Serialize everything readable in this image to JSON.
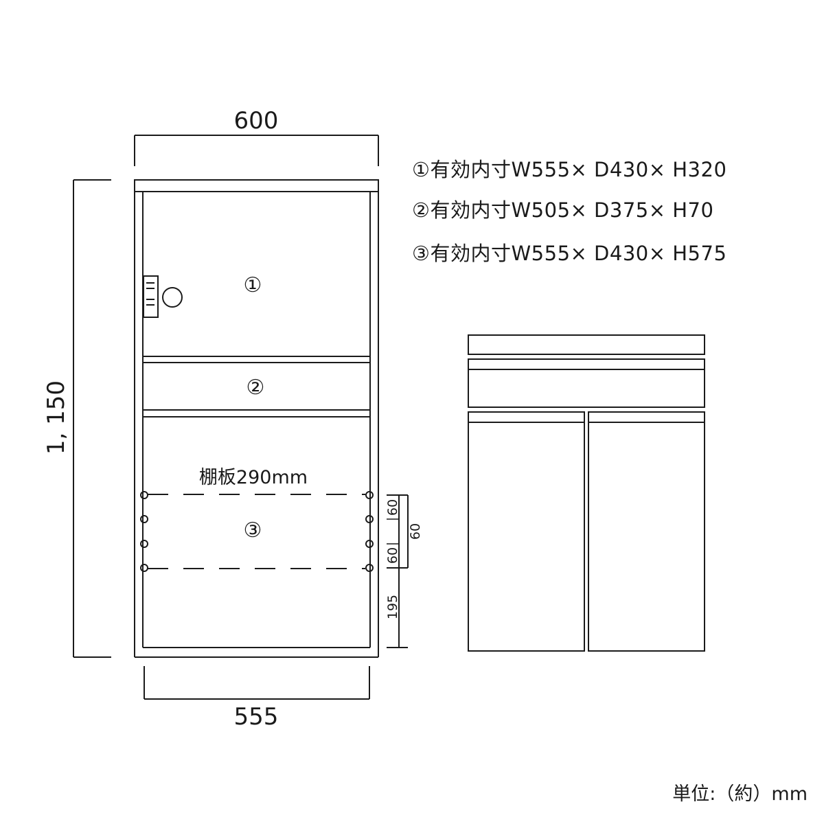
{
  "dimensions": {
    "overall_width": "600",
    "inner_width": "555",
    "overall_height": "1, 150",
    "shelf_spacing_a": "60",
    "shelf_spacing_b": "60",
    "shelf_spacing_total": "60",
    "bottom_clearance": "195"
  },
  "shelf_label": "棚板290mm",
  "compartments": {
    "c1": "①",
    "c2": "②",
    "c3": "③"
  },
  "specs": [
    "①有効内寸W555× D430× H320",
    "②有効内寸W505× D375× H70",
    "③有効内寸W555× D430× H575"
  ],
  "unit_note": "単位:（約）mm"
}
